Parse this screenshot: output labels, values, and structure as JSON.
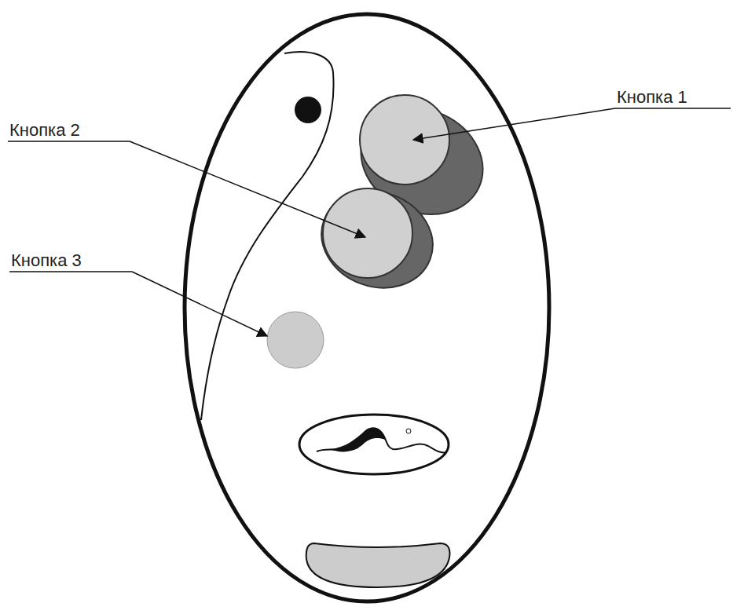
{
  "diagram": {
    "labels": [
      "Кнопка 1",
      "Кнопка 2",
      "Кнопка 3"
    ]
  }
}
